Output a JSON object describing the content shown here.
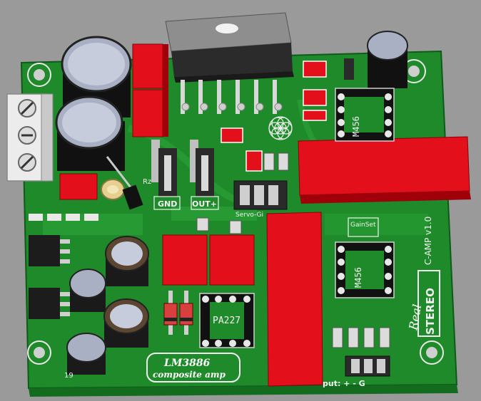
{
  "board": {
    "colors": {
      "pcb": "#1f8a2a",
      "pcb_dark": "#166b20",
      "copper_trace": "#2ea83a",
      "silk": "#f2f2f2",
      "cap_red": "#e3101c",
      "background": "#9a9a9a"
    },
    "labels": {
      "rz": "Rz",
      "gnd": "GND",
      "out_plus": "OUT+",
      "servo": "Servo-Gi",
      "gainset": "GainSet",
      "ic_top": "M456",
      "ic_mid": "M456",
      "ic_opa": "PA227",
      "version": "C-AMP v1.0",
      "real": "Real",
      "stereo": "STEREO",
      "plaque_line1": "LM3886",
      "plaque_line2": "composite amp",
      "input_label": "put:  +   -   G",
      "corner_text": "19"
    }
  }
}
